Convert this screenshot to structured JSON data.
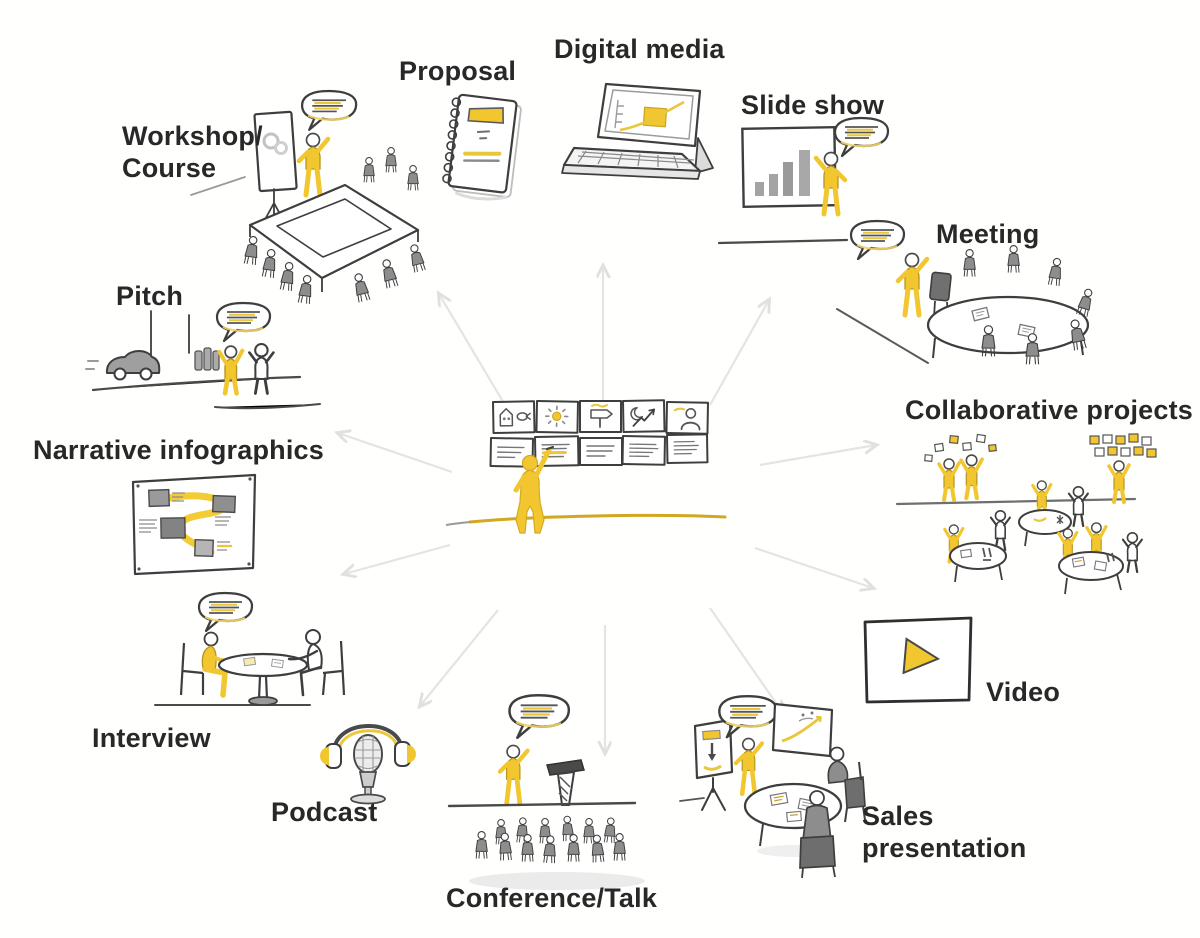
{
  "diagram": {
    "type": "radial-sketchnote",
    "description": "Presentation formats radiating from a central presenter at a storyboard wall",
    "center": {
      "icon": "presenter-at-storyboard",
      "storyboard": {
        "rows": 2,
        "cols": 5,
        "top_row_icons": [
          "house-and-fish",
          "sun",
          "signpost",
          "moon-growth-arrow",
          "person"
        ],
        "bottom_row_icons": [
          "text-card",
          "text-card-highlighted",
          "text-card",
          "text-card",
          "text-card"
        ]
      },
      "figure_color": "#F2C62F"
    },
    "arrows": {
      "count": 10,
      "color": "#E4E4E4",
      "direction": "outward"
    },
    "nodes": {
      "workshop": {
        "label": "Workshop/\nCourse",
        "icon": "flipchart-u-table-audience",
        "has_speech_bubble": true
      },
      "proposal": {
        "label": "Proposal",
        "icon": "spiral-notebook"
      },
      "digital_media": {
        "label": "Digital media",
        "icon": "laptop-chart"
      },
      "slide_show": {
        "label": "Slide show",
        "icon": "bar-chart-screen-presenter",
        "has_speech_bubble": true
      },
      "meeting": {
        "label": "Meeting",
        "icon": "oval-table-group-presenter",
        "has_speech_bubble": true
      },
      "pitch": {
        "label": "Pitch",
        "icon": "street-two-people-car",
        "has_speech_bubble": true
      },
      "collaborative_projects": {
        "label": "Collaborative projects",
        "icon": "teams-tables-sticky-notes"
      },
      "narrative_infographics": {
        "label": "Narrative infographics",
        "icon": "poster-flow-boxes-yellow-path"
      },
      "interview": {
        "label": "Interview",
        "icon": "two-people-round-table",
        "has_speech_bubble": true
      },
      "podcast": {
        "label": "Podcast",
        "icon": "microphone-headphones"
      },
      "conference_talk": {
        "label": "Conference/Talk",
        "icon": "speaker-lectern-audience",
        "has_speech_bubble": true
      },
      "sales_presentation": {
        "label": "Sales\npresentation",
        "icon": "presenter-flipchart-clients-table",
        "has_speech_bubble": true
      },
      "video": {
        "label": "Video",
        "icon": "play-button-frame"
      }
    },
    "colors": {
      "accent_yellow": "#F2C62F",
      "soft_yellow": "#F0D264",
      "ink": "#3E3E3E",
      "gray_fill": "#8D8D8D",
      "arrow_gray": "#E4E4E4",
      "label_text": "#282828",
      "background": "#FFFFFE"
    }
  }
}
